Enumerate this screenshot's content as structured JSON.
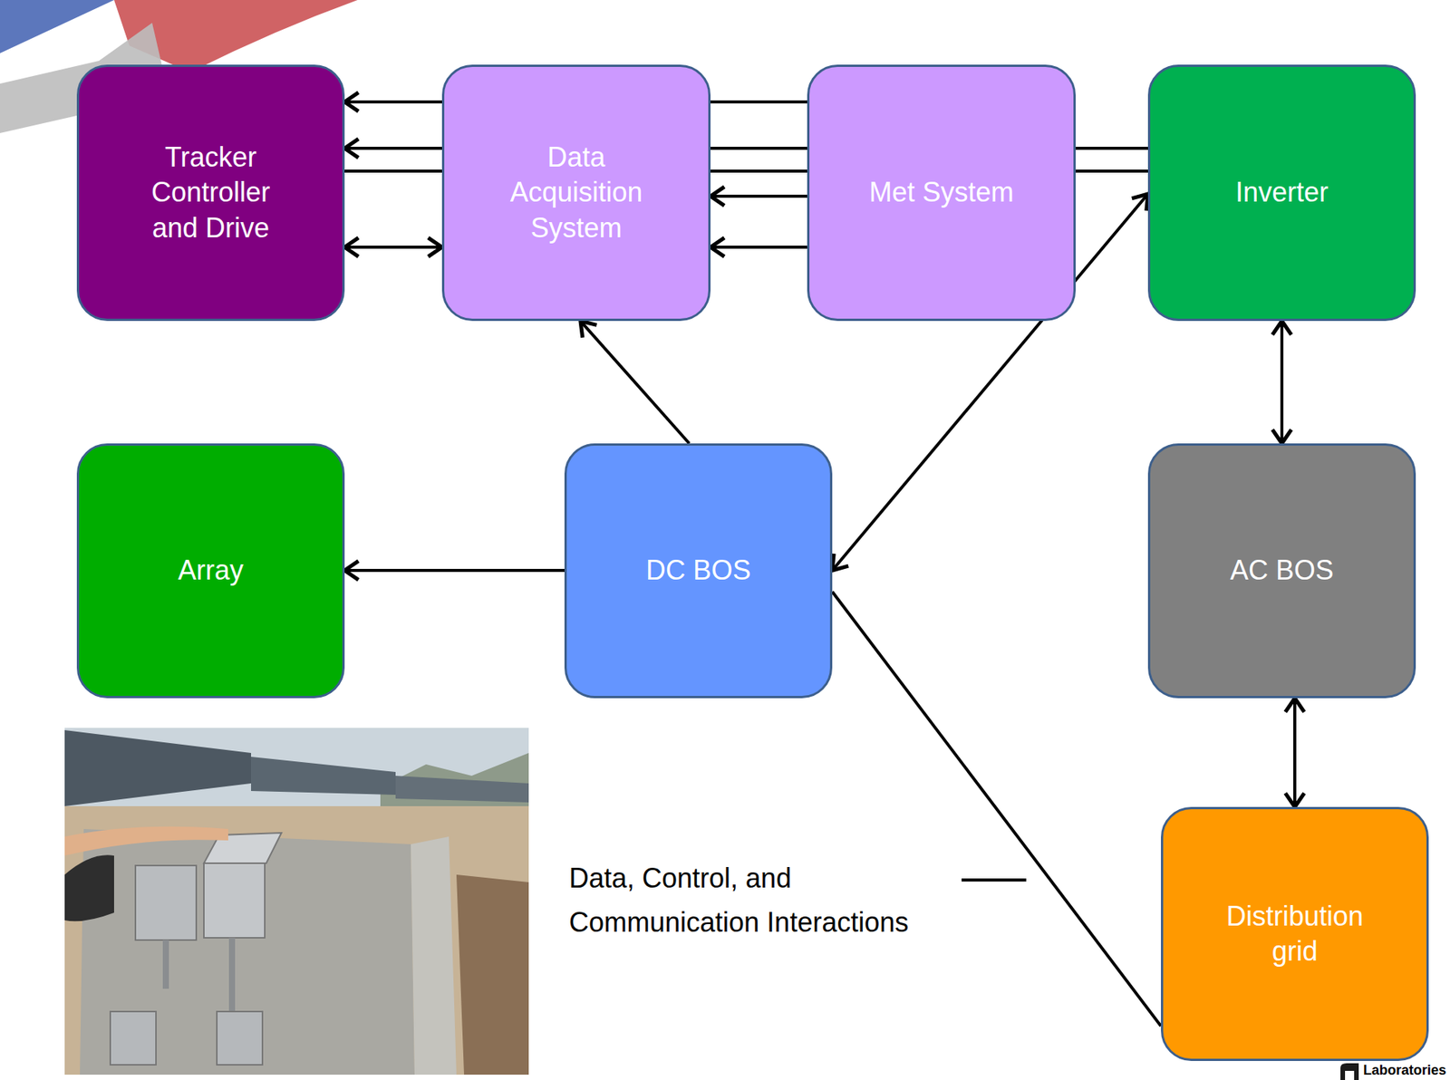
{
  "diagram": {
    "nodes": [
      {
        "text": [
          "Tracker Controller and Drive"
        ]
      },
      {
        "text": [
          "Data Acquisition System"
        ]
      },
      {
        "text": [
          "Met System"
        ]
      },
      {
        "text": [
          "Inverter"
        ]
      },
      {
        "text": [
          "Array"
        ]
      },
      {
        "text": [
          "DC BOS"
        ]
      },
      {
        "text": [
          "AC BOS"
        ]
      },
      {
        "text": [
          "Distribution grid"
        ]
      }
    ],
    "edges": [
      {
        "from": 2,
        "to": 0,
        "arrow": "to"
      },
      {
        "from": 3,
        "to": 0,
        "arrow": "to"
      },
      {
        "from": 3,
        "to": 0,
        "arrow": "none"
      },
      {
        "from": 2,
        "to": 1,
        "arrow": "to"
      },
      {
        "from": 0,
        "to": 1,
        "arrow": "both"
      },
      {
        "from": 2,
        "to": 1,
        "arrow": "to"
      },
      {
        "from": 5,
        "to": 1,
        "arrow": "to"
      },
      {
        "from": 5,
        "to": 3,
        "arrow": "both"
      },
      {
        "from": 5,
        "to": 4,
        "arrow": "to"
      },
      {
        "from": 3,
        "to": 6,
        "arrow": "both"
      },
      {
        "from": 6,
        "to": 7,
        "arrow": "both"
      },
      {
        "from": 5,
        "to": 7,
        "arrow": "none"
      }
    ],
    "labels": [
      "Laboratories"
    ],
    "legend": [
      {
        "text": "Data, Control, and Communication Interactions"
      }
    ]
  }
}
